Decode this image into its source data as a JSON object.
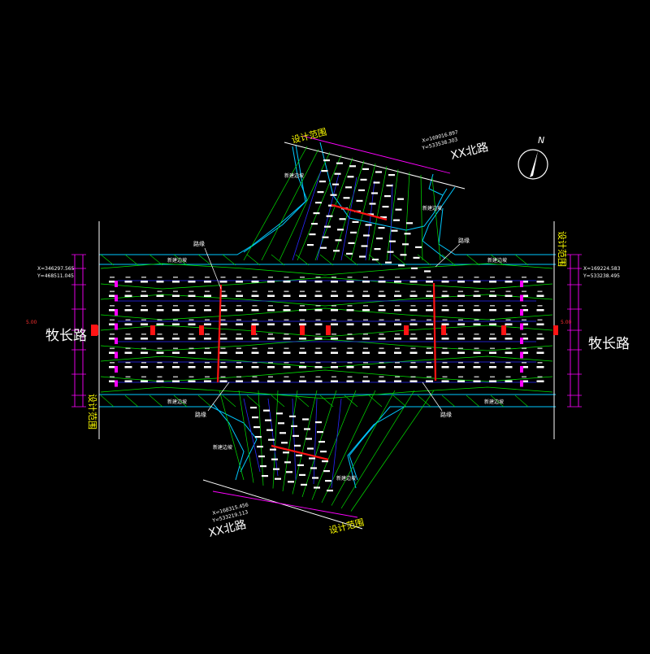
{
  "colors": {
    "background": "#000000",
    "boundary": "#00c8ff",
    "green_lines": "#00e000",
    "grid_points": "#ffffff",
    "blue_lines": "#2828ff",
    "red_marks": "#ff1414",
    "dimension": "#ff00ff",
    "label_yellow": "#ffff00",
    "text_white": "#ffffff"
  },
  "labels": {
    "west_road": "牧长路",
    "east_road": "牧长路",
    "north_road": "XX北路",
    "south_road": "XX北路",
    "design_range_n": "设计范围",
    "design_range_s": "设计范围",
    "design_range_w": "设计范围",
    "design_range_e": "设计范围",
    "north_arrow": "N",
    "coord_w_x": "X=346297.565",
    "coord_w_y": "Y=468511.045",
    "coord_e_x": "X=169224.583",
    "coord_e_y": "Y=533238.495",
    "coord_n_x": "X=169016.897",
    "coord_n_y": "Y=533538.303",
    "coord_s_x": "X=168315.456",
    "coord_s_y": "Y=533219.113",
    "curb_nw": "路缘",
    "curb_ne": "路缘",
    "curb_sw": "路缘",
    "curb_se": "路缘",
    "side_w_top": "新建边坡",
    "side_w_bot": "新建边坡",
    "side_e_top": "新建边坡",
    "side_e_bot": "新建边坡",
    "side_n_left": "新建边坡",
    "side_n_right": "新建边坡",
    "side_s_left": "新建边坡",
    "side_s_right": "新建边坡",
    "dim_w_left": "5.00",
    "dim_e_right": "5.00"
  }
}
